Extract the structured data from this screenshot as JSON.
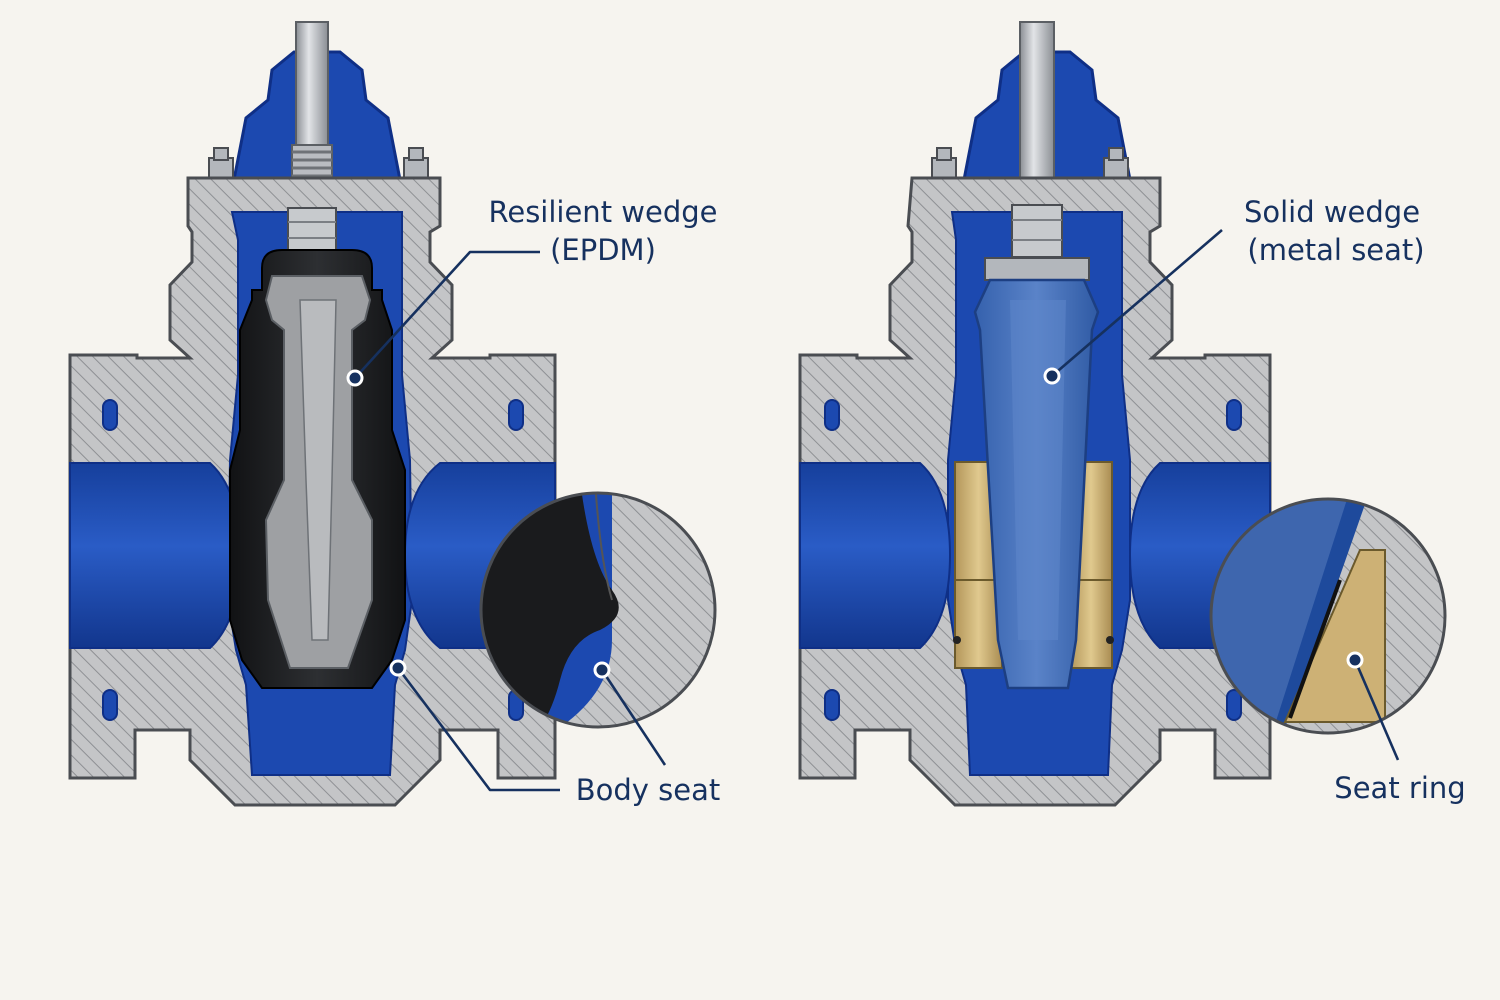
{
  "colors": {
    "background": "#f6f4ef",
    "body_gray": "#c4c5c7",
    "hatch": "#8e9094",
    "outline": "#4a4d52",
    "valve_blue": "#1c49b0",
    "valve_blue_dark": "#0f2f86",
    "wedge_steel_blue": "#4670b8",
    "stem_gray": "#b3b7bc",
    "epdm_black": "#1f2022",
    "core_gray": "#9ea0a3",
    "brass": "#c9ad6d",
    "label_navy": "#16315f"
  },
  "resilient": {
    "label_line1": "Resilient wedge",
    "label_line2": "(EPDM)",
    "seat_label": "Body seat"
  },
  "solid": {
    "label_line1": "Solid wedge",
    "label_line2": "(metal seat)",
    "seat_label": "Seat ring"
  }
}
